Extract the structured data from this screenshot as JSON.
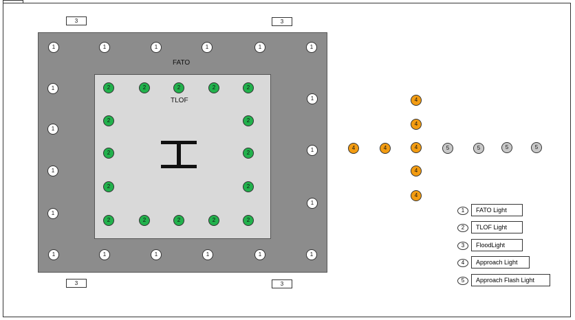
{
  "labels": {
    "fato": "FATO",
    "tlof": "TLOF"
  },
  "legend": [
    {
      "num": "1",
      "label": "FATO Light"
    },
    {
      "num": "2",
      "label": "TLOF Light"
    },
    {
      "num": "3",
      "label": "FloodLight"
    },
    {
      "num": "4",
      "label": "Approach Light"
    },
    {
      "num": "5",
      "label": "Approach Flash Light"
    }
  ],
  "light_types": {
    "fato": "1",
    "tlof": "2",
    "flood": "3",
    "approach": "4",
    "flash": "5"
  },
  "colors": {
    "fato_light": "#ffffff",
    "tlof_light": "#22b14c",
    "approach_light": "#f39c12",
    "flash_light": "#c8c8c8",
    "fato_area": "#8c8c8c",
    "tlof_area": "#d9d9d9"
  }
}
